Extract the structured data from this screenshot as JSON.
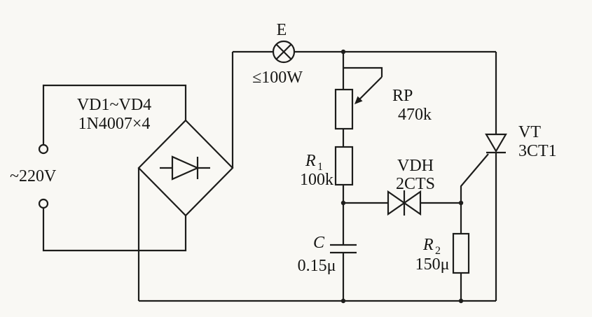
{
  "colors": {
    "ink": "#1d1d1b",
    "paper": "#f9f8f4"
  },
  "components": {
    "source": {
      "label": "~220V"
    },
    "bridge": {
      "name": "VD1~VD4",
      "value": "1N4007×4"
    },
    "lamp": {
      "name": "E",
      "value": "≤100W"
    },
    "potentiometer": {
      "name": "RP",
      "value": "470k"
    },
    "r1": {
      "base": "R",
      "sub": "1",
      "value": "100k"
    },
    "diac": {
      "name": "VDH",
      "value": "2CTS"
    },
    "thyristor": {
      "name": "VT",
      "value": "3CT1"
    },
    "capacitor": {
      "name": "C",
      "value": "0.15μ"
    },
    "r2": {
      "base": "R",
      "sub": "2",
      "value": "150μ"
    }
  }
}
